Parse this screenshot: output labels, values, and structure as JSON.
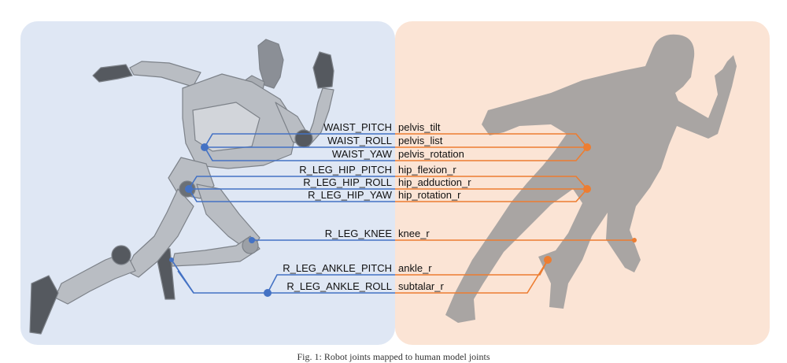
{
  "mapping": [
    {
      "robot_joint": "WAIST_PITCH",
      "human_joint": "pelvis_tilt"
    },
    {
      "robot_joint": "WAIST_ROLL",
      "human_joint": "pelvis_list"
    },
    {
      "robot_joint": "WAIST_YAW",
      "human_joint": "pelvis_rotation"
    },
    {
      "robot_joint": "R_LEG_HIP_PITCH",
      "human_joint": "hip_flexion_r"
    },
    {
      "robot_joint": "R_LEG_HIP_ROLL",
      "human_joint": "hip_adduction_r"
    },
    {
      "robot_joint": "R_LEG_HIP_YAW",
      "human_joint": "hip_rotation_r"
    },
    {
      "robot_joint": "R_LEG_KNEE",
      "human_joint": "knee_r"
    },
    {
      "robot_joint": "R_LEG_ANKLE_PITCH",
      "human_joint": "ankle_r"
    },
    {
      "robot_joint": "R_LEG_ANKLE_ROLL",
      "human_joint": "subtalar_r"
    }
  ],
  "colors": {
    "robot_line": "#4472c4",
    "human_line": "#ed7d31",
    "left_panel": "#dfe7f4",
    "right_panel": "#fbe4d5"
  },
  "caption": "Fig. 1: Robot joints mapped to human model joints"
}
